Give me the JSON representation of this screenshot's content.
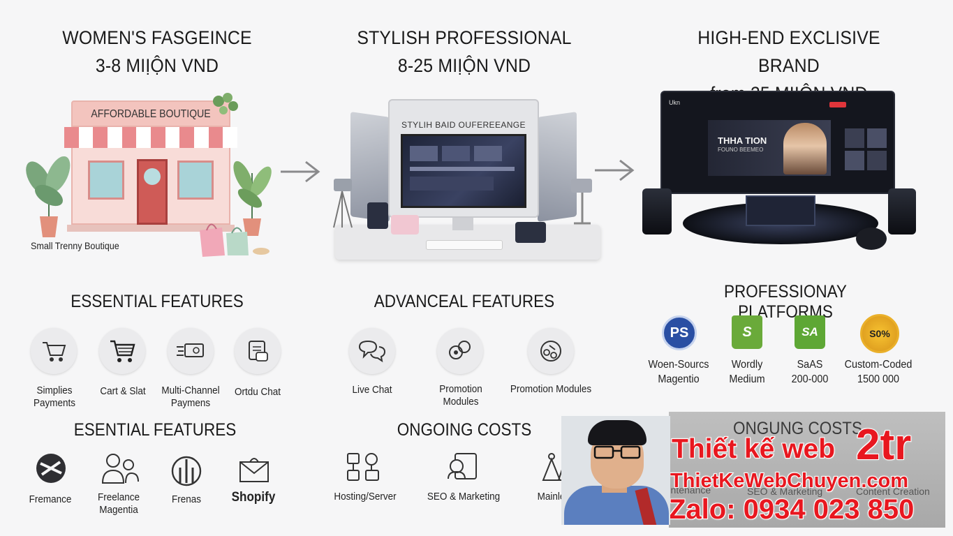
{
  "columns": [
    {
      "title_line1": "WOMEN'S FASGEINCE",
      "title_line2": "3-8 MIỊỘN VND"
    },
    {
      "title_line1": "STYLISH PROFESSIONAL",
      "title_line2": "8-25 MIỊỘN VND"
    },
    {
      "title_line1": "HIGH-END EXCLISIVE BRAND",
      "title_line2": "from 25 MIỊỘN VND"
    }
  ],
  "boutique": {
    "sign": "AFFORDABLE BOUTIQUE",
    "caption": "Small Trenny Boutique"
  },
  "monitor": {
    "header": "STYLIH BAID OUFEREEANGE"
  },
  "brand_site": {
    "logo": "Ukn",
    "hero_line1": "THHA TION",
    "hero_line2": "FOUNO BEEMEO"
  },
  "essential": {
    "title": "ESSENTIAL FEATURES",
    "items": [
      {
        "label": "Simplies\nPayments"
      },
      {
        "label": "Cart & Slat"
      },
      {
        "label": "Multi-Channel\nPaymens"
      },
      {
        "label": "Ortdu Chat"
      }
    ]
  },
  "advanced": {
    "title": "ADVANCEAL FEATURES",
    "items": [
      {
        "label": "Live Chat"
      },
      {
        "label": "Promotion\nModules"
      },
      {
        "label": "Promotion Modules"
      }
    ]
  },
  "platforms": {
    "title": "PROFESSIONAY PLATFORMS",
    "items": [
      {
        "badge": "PS",
        "label": "Woen-Sourcs\nMagentio"
      },
      {
        "badge": "S",
        "label": "Wordly\nMedium"
      },
      {
        "badge": "SA",
        "label": "SaAS\n200-000"
      },
      {
        "badge": "S0%",
        "label": "Custom-Coded\n1500 000"
      }
    ]
  },
  "essential2": {
    "title": "ESENTIAL FEATURES",
    "items": [
      {
        "label": "Fremance"
      },
      {
        "label": "Freelance\nMagentia"
      },
      {
        "label": "Frenas"
      },
      {
        "label": "Shopify"
      }
    ]
  },
  "ongoing": {
    "title": "ONGOING COSTS",
    "items": [
      {
        "label": "Hosting/Server"
      },
      {
        "label": "SEO & Marketing"
      },
      {
        "label": "Mainlena"
      }
    ]
  },
  "ongoing2": {
    "title": "ONGUNG COSTS",
    "items": [
      {
        "label": "Maintenance"
      },
      {
        "label": "SEO & Marketing"
      },
      {
        "label": "Content Creation"
      }
    ]
  },
  "promo": {
    "headline": "Thiết kế web",
    "price": "2tr",
    "site": "ThietKeWebChuyen.com",
    "zalo": "Zalo: 0934 023 850"
  },
  "colors": {
    "accent_red": "#e8171f",
    "awning_pink": "#e98a8d",
    "dark_site": "#14161e"
  }
}
